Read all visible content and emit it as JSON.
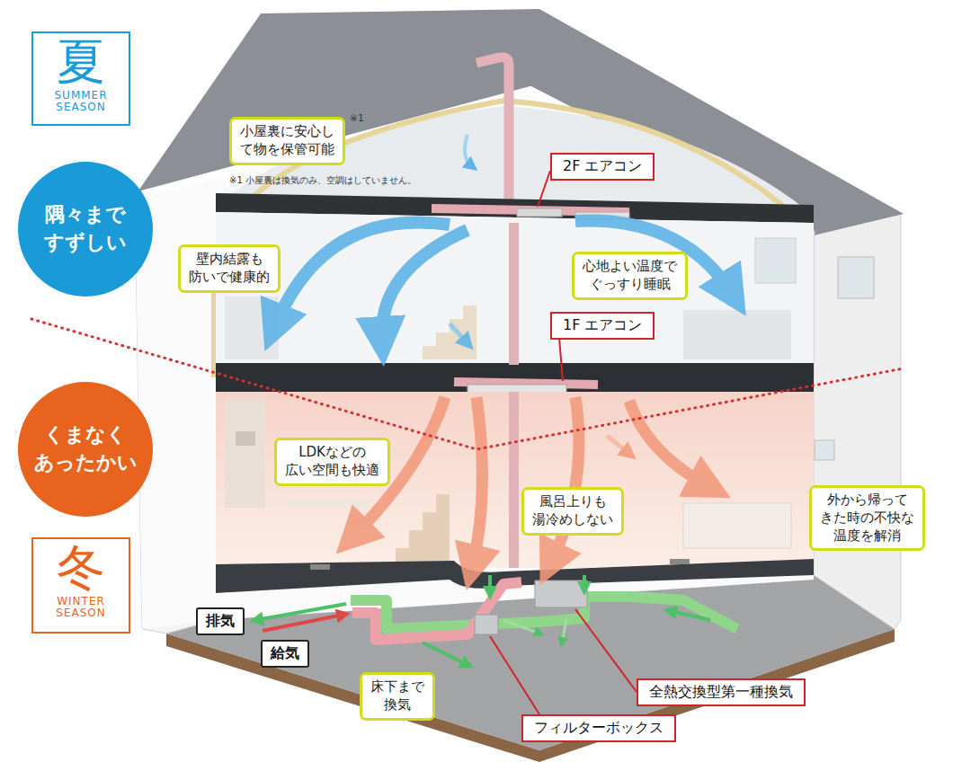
{
  "diagram": {
    "nodes": [
      {
        "text": [
          "夏",
          "SUMMER SEASON"
        ]
      },
      {
        "text": [
          "小屋裏に安心し て物を保管可能",
          "※1"
        ]
      },
      {
        "text": [
          "2F エアコン"
        ]
      },
      {
        "text": [
          "隅々まで すずしい"
        ]
      },
      {
        "text": [
          "壁内結露も 防いで健康的"
        ]
      },
      {
        "text": [
          "心地よい温度で ぐっすり睡眠"
        ]
      },
      {
        "text": [
          "1F エアコン"
        ]
      },
      {
        "text": [
          "くまなく あったかい"
        ]
      },
      {
        "text": [
          "LDKなどの 広い空間も快適"
        ]
      },
      {
        "text": [
          "風呂上りも 湯冷めしない"
        ]
      },
      {
        "text": [
          "外から帰って きた時の不快な 温度を解消"
        ]
      },
      {
        "text": [
          "冬",
          "WINTER SEASON"
        ]
      },
      {
        "text": [
          "排気"
        ]
      },
      {
        "text": [
          "給気"
        ]
      },
      {
        "text": [
          "床下まで 換気"
        ]
      },
      {
        "text": [
          "全熱交換型第一種換気"
        ]
      },
      {
        "text": [
          "フィルターボックス"
        ]
      }
    ],
    "labels": [
      "※1 小屋裏は換気のみ、空調はしていません。"
    ]
  }
}
